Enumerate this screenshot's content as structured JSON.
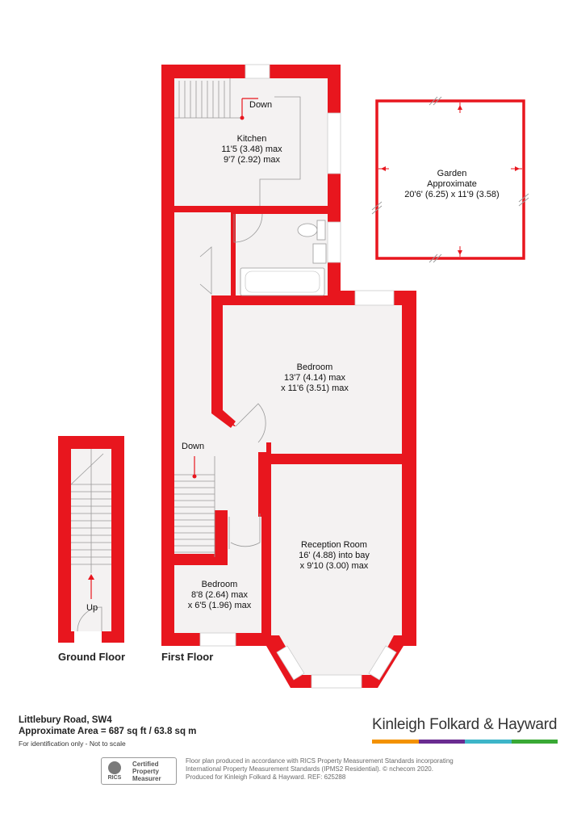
{
  "colors": {
    "wall": "#e8161e",
    "floor": "#f4f2f2",
    "bar1": "#f39200",
    "bar2": "#6a2c91",
    "bar3": "#3db5c8",
    "bar4": "#39a935"
  },
  "rooms": {
    "kitchen": {
      "name": "Kitchen",
      "dim1": "11'5 (3.48) max",
      "dim2": "9'7 (2.92) max"
    },
    "bedroom1": {
      "name": "Bedroom",
      "dim1": "13'7 (4.14) max",
      "dim2": "x 11'6 (3.51) max"
    },
    "reception": {
      "name": "Reception Room",
      "dim1": "16' (4.88) into bay",
      "dim2": "x 9'10 (3.00) max"
    },
    "bedroom2": {
      "name": "Bedroom",
      "dim1": "8'8 (2.64) max",
      "dim2": "x 6'5 (1.96) max"
    },
    "garden": {
      "name": "Garden",
      "dim1": "Approximate",
      "dim2": "20'6' (6.25) x 11'9 (3.58)"
    }
  },
  "stairs": {
    "kitchen_down": "Down",
    "first_down": "Down",
    "ground_up": "Up"
  },
  "floors": {
    "ground": "Ground Floor",
    "first": "First Floor"
  },
  "footer": {
    "address": "Littlebury Road, SW4",
    "area": "Approximate Area = 687 sq ft / 63.8 sq m",
    "note": "For identification only - Not to scale",
    "brand": "Kinleigh Folkard & Hayward",
    "rics_logo": "RICS",
    "rics_line1": "Certified",
    "rics_line2": "Property",
    "rics_line3": "Measurer",
    "disclaimer1": "Floor plan produced in accordance with RICS Property Measurement Standards incorporating",
    "disclaimer2": "International Property Measurement Standards (IPMS2 Residential). © n",
    "disclaimer2b": "checom 2020.",
    "disclaimer3": "Produced for Kinleigh Folkard & Hayward.   REF: 625288"
  }
}
